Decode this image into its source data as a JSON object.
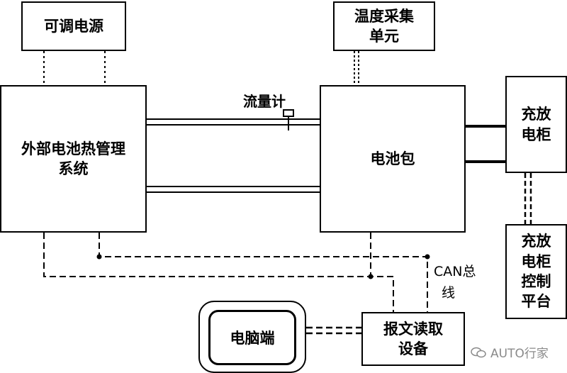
{
  "nodes": {
    "power_supply": "可调电源",
    "temp_unit_line1": "温度采集",
    "temp_unit_line2": "单元",
    "thermal_line1": "外部电池热管理",
    "thermal_line2": "系统",
    "battery_pack": "电池包",
    "charger_line1": "充放",
    "charger_line2": "电柜",
    "ctrl_line1": "充放",
    "ctrl_line2": "电柜",
    "ctrl_line3": "控制",
    "ctrl_line4": "平台",
    "reader_line1": "报文读取",
    "reader_line2": "设备",
    "pc": "电脑端"
  },
  "labels": {
    "flowmeter": "流量计",
    "can_line1": "CAN总",
    "can_line2": "线"
  },
  "watermark": {
    "text": "AUTO行家",
    "icon": "wechat-icon"
  }
}
